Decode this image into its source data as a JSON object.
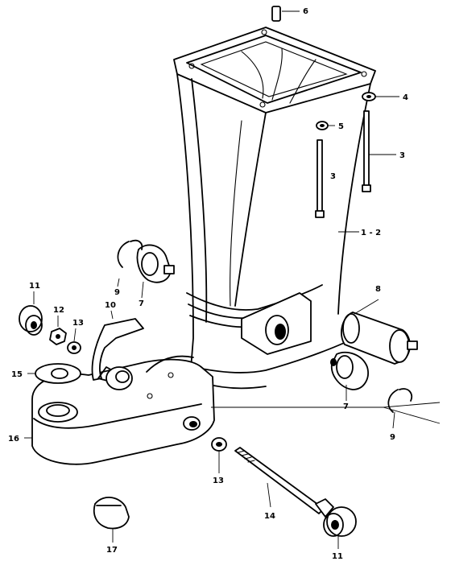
{
  "callouts": {
    "c1_2": "1 - 2",
    "c3a": "3",
    "c3b": "3",
    "c4": "4",
    "c5": "5",
    "c6": "6",
    "c7a": "7",
    "c7b": "7",
    "c8": "8",
    "c9a": "9",
    "c9b": "9",
    "c10": "10",
    "c11a": "11",
    "c11b": "11",
    "c12": "12",
    "c13a": "13",
    "c13b": "13",
    "c14": "14",
    "c15": "15",
    "c16": "16",
    "c17": "17"
  }
}
